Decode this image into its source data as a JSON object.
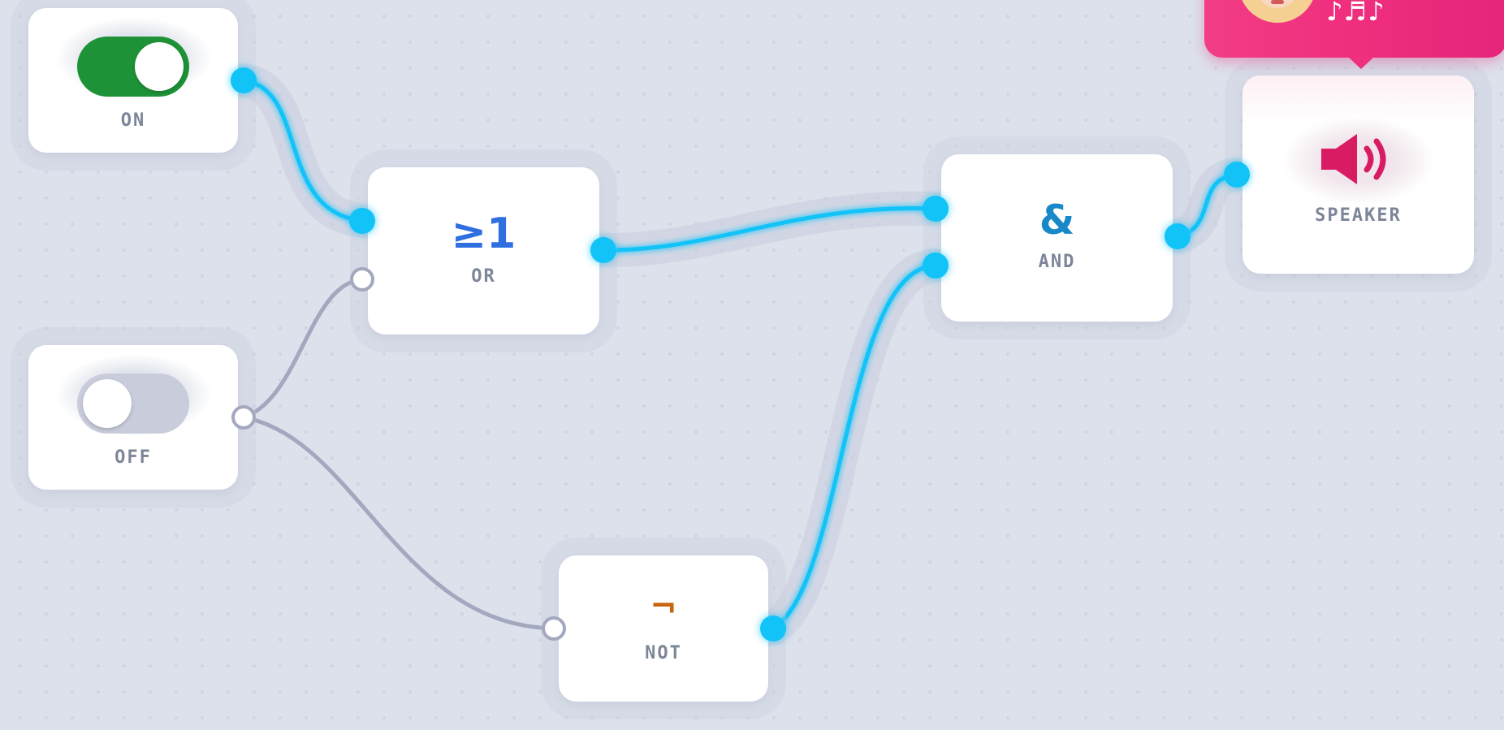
{
  "nodes": {
    "switch_on": {
      "label": "ON",
      "state": "on"
    },
    "switch_off": {
      "label": "OFF",
      "state": "off"
    },
    "or_gate": {
      "symbol": "≥1",
      "label": "OR"
    },
    "and_gate": {
      "symbol": "&",
      "label": "AND"
    },
    "not_gate": {
      "symbol": "¬",
      "label": "NOT"
    },
    "speaker": {
      "label": "SPEAKER",
      "icon": "speaker-icon"
    }
  },
  "bubble": {
    "avatar_icon": "singer-avatar",
    "notes": "♪♬♪"
  },
  "wires": [
    {
      "from": "switch_on.out",
      "to": "or_gate.in1",
      "active": true
    },
    {
      "from": "switch_off.out",
      "to": "or_gate.in2",
      "active": false
    },
    {
      "from": "switch_off.out",
      "to": "not_gate.in",
      "active": false
    },
    {
      "from": "or_gate.out",
      "to": "and_gate.in1",
      "active": true
    },
    {
      "from": "not_gate.out",
      "to": "and_gate.in2",
      "active": true
    },
    {
      "from": "and_gate.out",
      "to": "speaker.in",
      "active": true
    }
  ],
  "colors": {
    "canvas": "#dde1eb",
    "active_wire": "#12c3f8",
    "inactive_wire": "#a4a8bf",
    "toggle_on": "#1e9237",
    "toggle_off": "#c8ccdb",
    "or_symbol": "#2f6fe0",
    "and_symbol": "#1888c8",
    "not_symbol": "#c8650e",
    "speaker": "#d81b63",
    "label": "#7d8599",
    "bubble": "#f0357f"
  }
}
